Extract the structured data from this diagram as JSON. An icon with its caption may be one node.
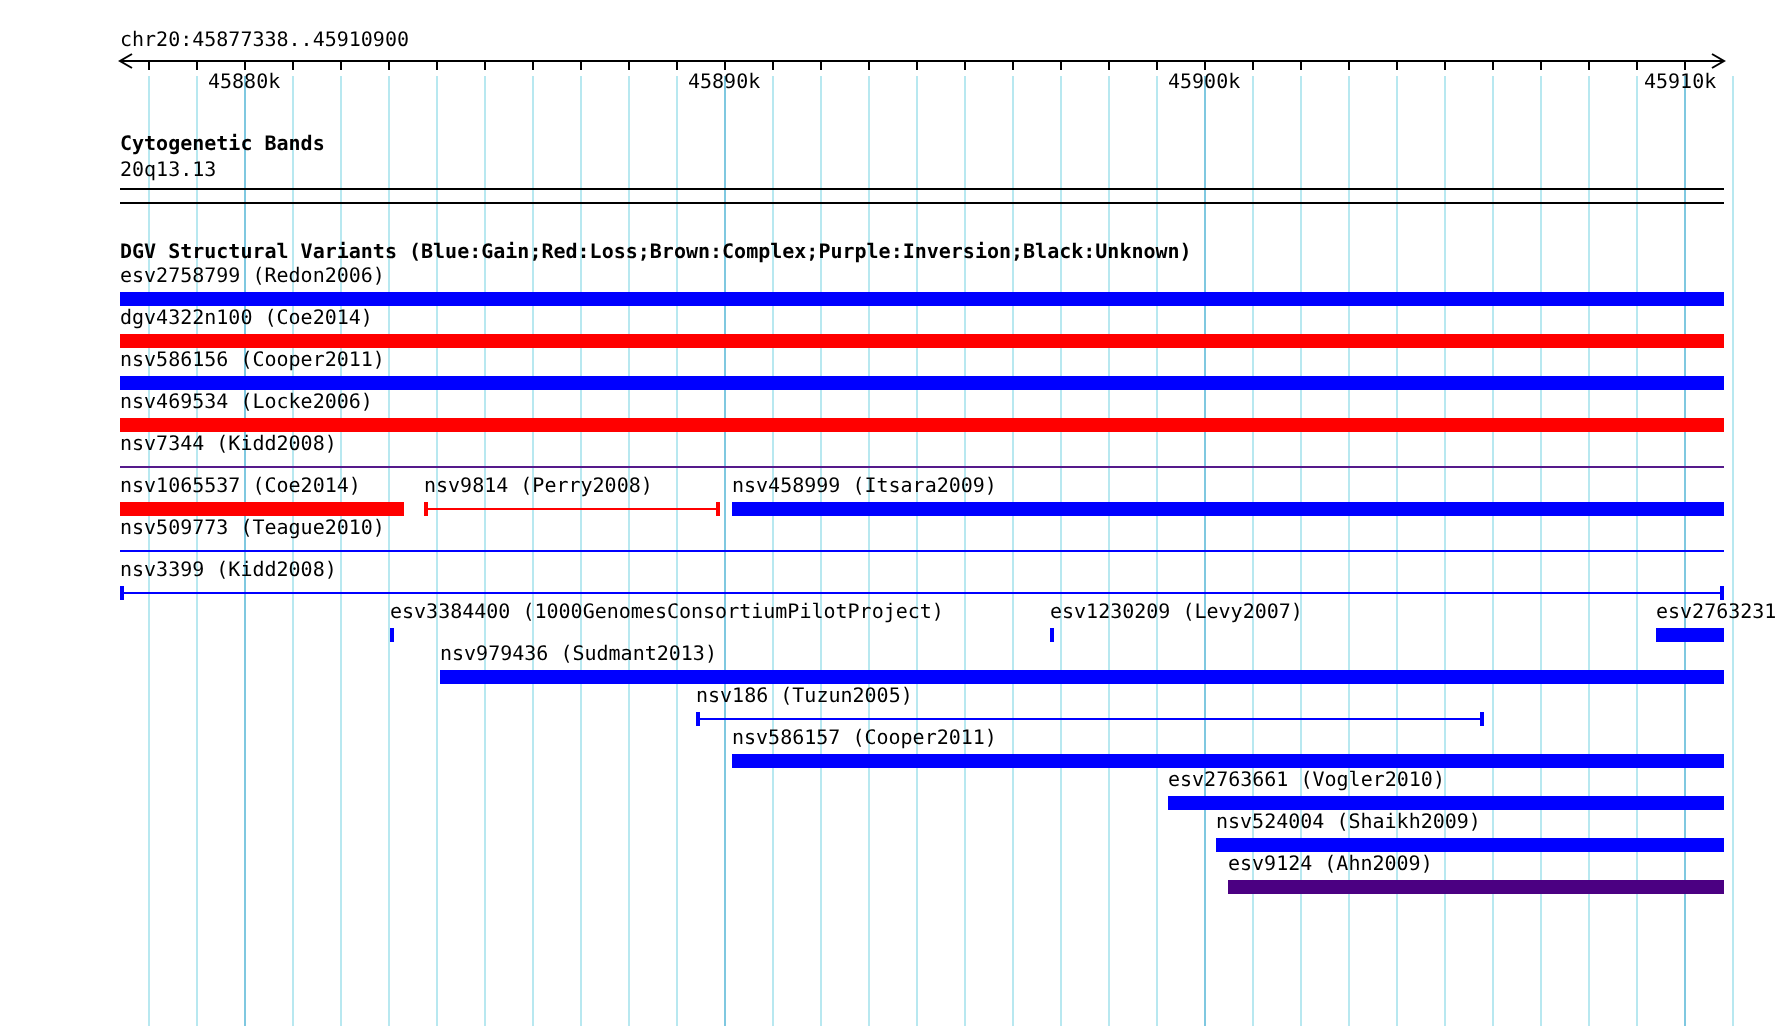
{
  "diagram": {
    "nodes": [
      {
        "text": [],
        "shape": "bar",
        "beside": [
          "esv2758799 (Redon2006)"
        ]
      },
      {
        "text": [],
        "shape": "bar",
        "beside": [
          "dgv4322n100 (Coe2014)"
        ]
      },
      {
        "text": [],
        "shape": "bar",
        "beside": [
          "nsv586156 (Cooper2011)"
        ]
      },
      {
        "text": [],
        "shape": "bar",
        "beside": [
          "nsv469534 (Locke2006)"
        ]
      },
      {
        "text": [],
        "shape": "bar",
        "beside": [
          "nsv7344 (Kidd2008)"
        ]
      },
      {
        "text": [],
        "shape": "bar",
        "beside": [
          "nsv1065537 (Coe2014)"
        ]
      },
      {
        "text": [],
        "shape": "bar",
        "beside": [
          "nsv9814 (Perry2008)"
        ]
      },
      {
        "text": [],
        "shape": "bar",
        "beside": [
          "nsv458999 (Itsara2009)"
        ]
      },
      {
        "text": [],
        "shape": "bar",
        "beside": [
          "nsv509773 (Teague2010)"
        ]
      },
      {
        "text": [],
        "shape": "bar",
        "beside": [
          "nsv3399 (Kidd2008)"
        ]
      },
      {
        "text": [],
        "shape": "bar",
        "beside": [
          "esv3384400 (1000GenomesConsortiumPilotProject)"
        ]
      },
      {
        "text": [],
        "shape": "bar",
        "beside": [
          "esv1230209 (Levy2007)"
        ]
      },
      {
        "text": [],
        "shape": "bar",
        "beside": [
          "esv2763231"
        ]
      },
      {
        "text": [],
        "shape": "bar",
        "beside": [
          "nsv979436 (Sudmant2013)"
        ]
      },
      {
        "text": [],
        "shape": "bar",
        "beside": [
          "nsv186 (Tuzun2005)"
        ]
      },
      {
        "text": [],
        "shape": "bar",
        "beside": [
          "nsv586157 (Cooper2011)"
        ]
      },
      {
        "text": [],
        "shape": "bar",
        "beside": [
          "esv2763661 (Vogler2010)"
        ]
      },
      {
        "text": [],
        "shape": "bar",
        "beside": [
          "nsv524004 (Shaikh2009)"
        ]
      },
      {
        "text": [],
        "shape": "bar",
        "beside": [
          "esv9124 (Ahn2009)"
        ]
      }
    ],
    "labels": [
      "chr20:45877338..45910900",
      "45880k",
      "45890k",
      "45900k",
      "45910k",
      "Cytogenetic Bands",
      "20q13.13",
      "DGV Structural Variants (Blue:Gain;Red:Loss;Brown:Complex;Purple:Inversion;Black:Unknown)"
    ]
  }
}
